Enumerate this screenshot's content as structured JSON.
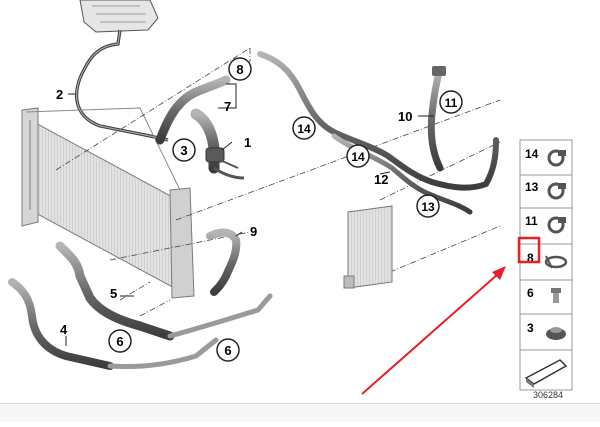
{
  "callouts": {
    "c1": "1",
    "c2": "2",
    "c3": "3",
    "c4": "4",
    "c5": "5",
    "c6a": "6",
    "c6b": "6",
    "c7": "7",
    "c8": "8",
    "c9": "9",
    "c10": "10",
    "c11": "11",
    "c12": "12",
    "c13": "13",
    "c14a": "14",
    "c14b": "14"
  },
  "parts_legend": {
    "items": [
      "14",
      "13",
      "11",
      "8",
      "6",
      "3"
    ]
  },
  "diagram_number": "306284",
  "colors": {
    "highlight_box": "#e8202a",
    "arrow": "#e8202a",
    "line": "#2a2a2a",
    "part_fill": "#8a8a8a"
  }
}
